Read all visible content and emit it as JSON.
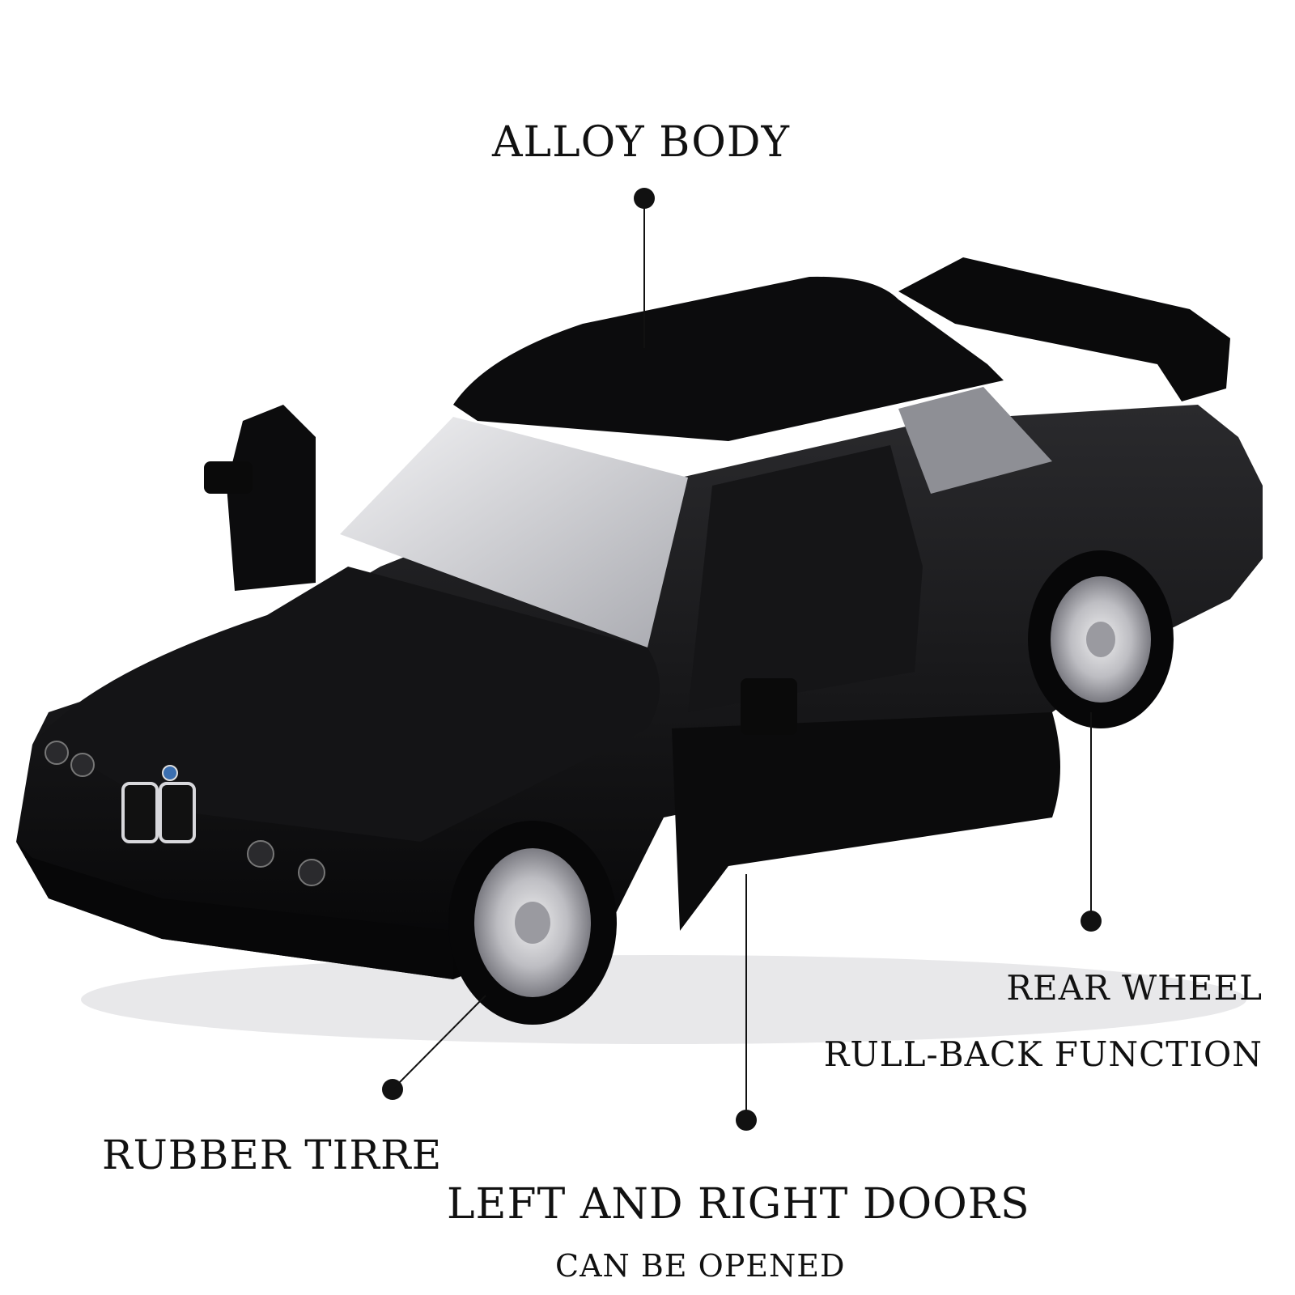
{
  "image": {
    "subject": "black die-cast toy car with both doors open",
    "colors": {
      "background": "#ffffff",
      "body": "#0b0b0c",
      "text": "#111111",
      "wheel_silver": "#c8c8cc",
      "glass": "#d9dadd"
    }
  },
  "callouts": {
    "alloy_body": "ALLOY BODY",
    "rear_wheel_line1": "REAR WHEEL",
    "rear_wheel_line2": "RULL-BACK FUNCTION",
    "rubber_tire": "RUBBER TIRRE",
    "doors_line1": "LEFT AND RIGHT DOORS",
    "doors_line2": "CAN BE OPENED"
  }
}
